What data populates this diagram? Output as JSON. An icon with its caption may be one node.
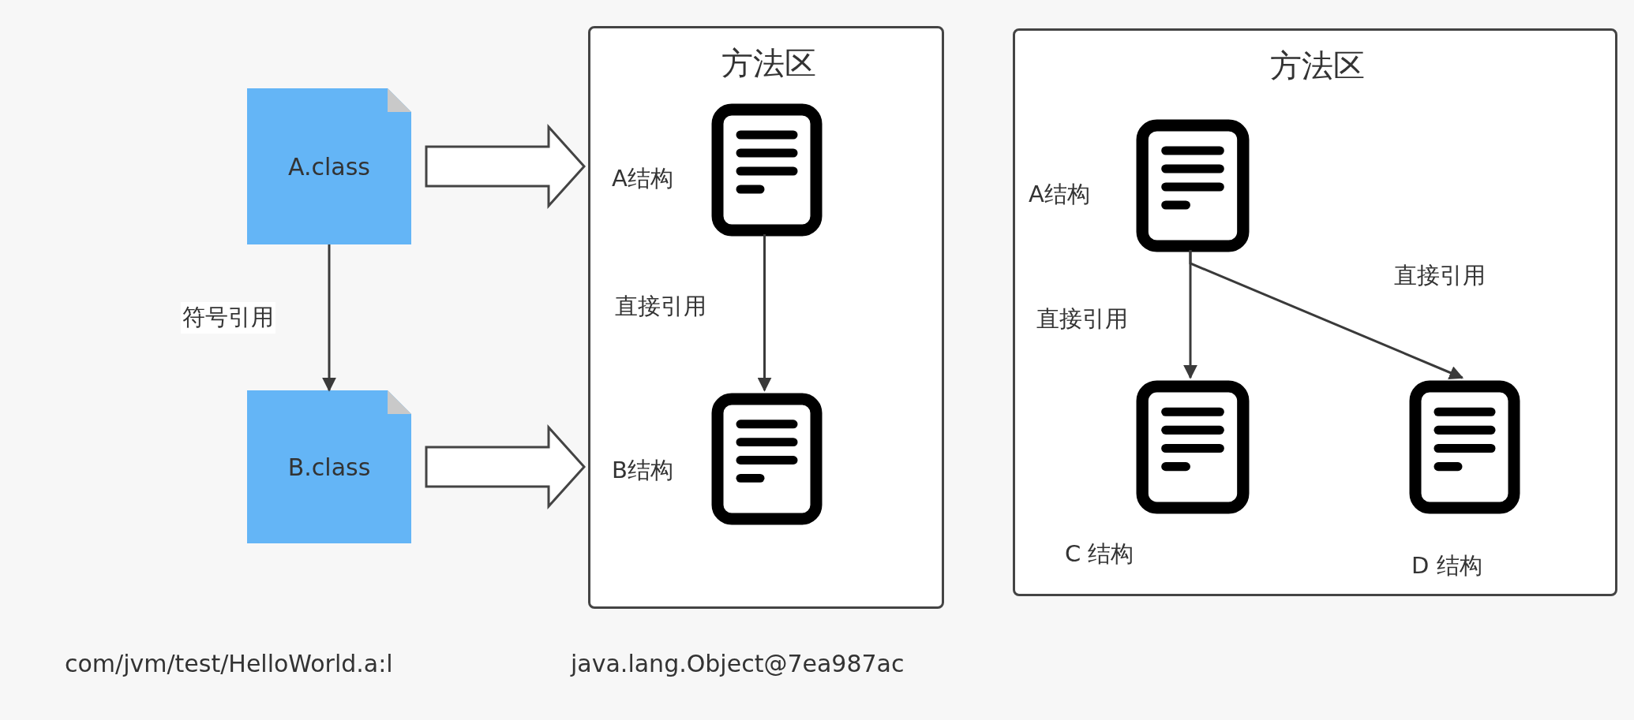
{
  "diagram": {
    "nodes": [
      {
        "text": [
          "A.class"
        ]
      },
      {
        "text": [
          "B.class"
        ]
      },
      {
        "text": [
          "方法区"
        ]
      },
      {
        "text": [],
        "shape": "document",
        "in": 2,
        "beside": [
          "A结构"
        ]
      },
      {
        "text": [],
        "shape": "document",
        "in": 2,
        "beside": [
          "B结构"
        ]
      },
      {
        "text": [
          "方法区"
        ]
      },
      {
        "text": [],
        "shape": "document",
        "in": 5,
        "beside": [
          "A结构"
        ]
      },
      {
        "text": [],
        "shape": "document",
        "in": 5,
        "beside": [
          "C 结构"
        ]
      },
      {
        "text": [],
        "shape": "document",
        "in": 5,
        "beside": [
          "D 结构"
        ]
      }
    ],
    "edges": [
      {
        "from": 0,
        "to": 1,
        "arrow": "to",
        "label": "符号引用"
      },
      {
        "from": 0,
        "to": 2,
        "arrow": "to",
        "style": "thick"
      },
      {
        "from": 1,
        "to": 2,
        "arrow": "to",
        "style": "thick"
      },
      {
        "from": 3,
        "to": 4,
        "arrow": "to",
        "label": "直接引用"
      },
      {
        "from": 6,
        "to": 7,
        "arrow": "to",
        "label": "直接引用"
      },
      {
        "from": 6,
        "to": 8,
        "arrow": "to",
        "label": "直接引用"
      }
    ],
    "labels": [
      "com/jvm/test/HelloWorld.a:l",
      "java.lang.Object@7ea987ac"
    ]
  }
}
